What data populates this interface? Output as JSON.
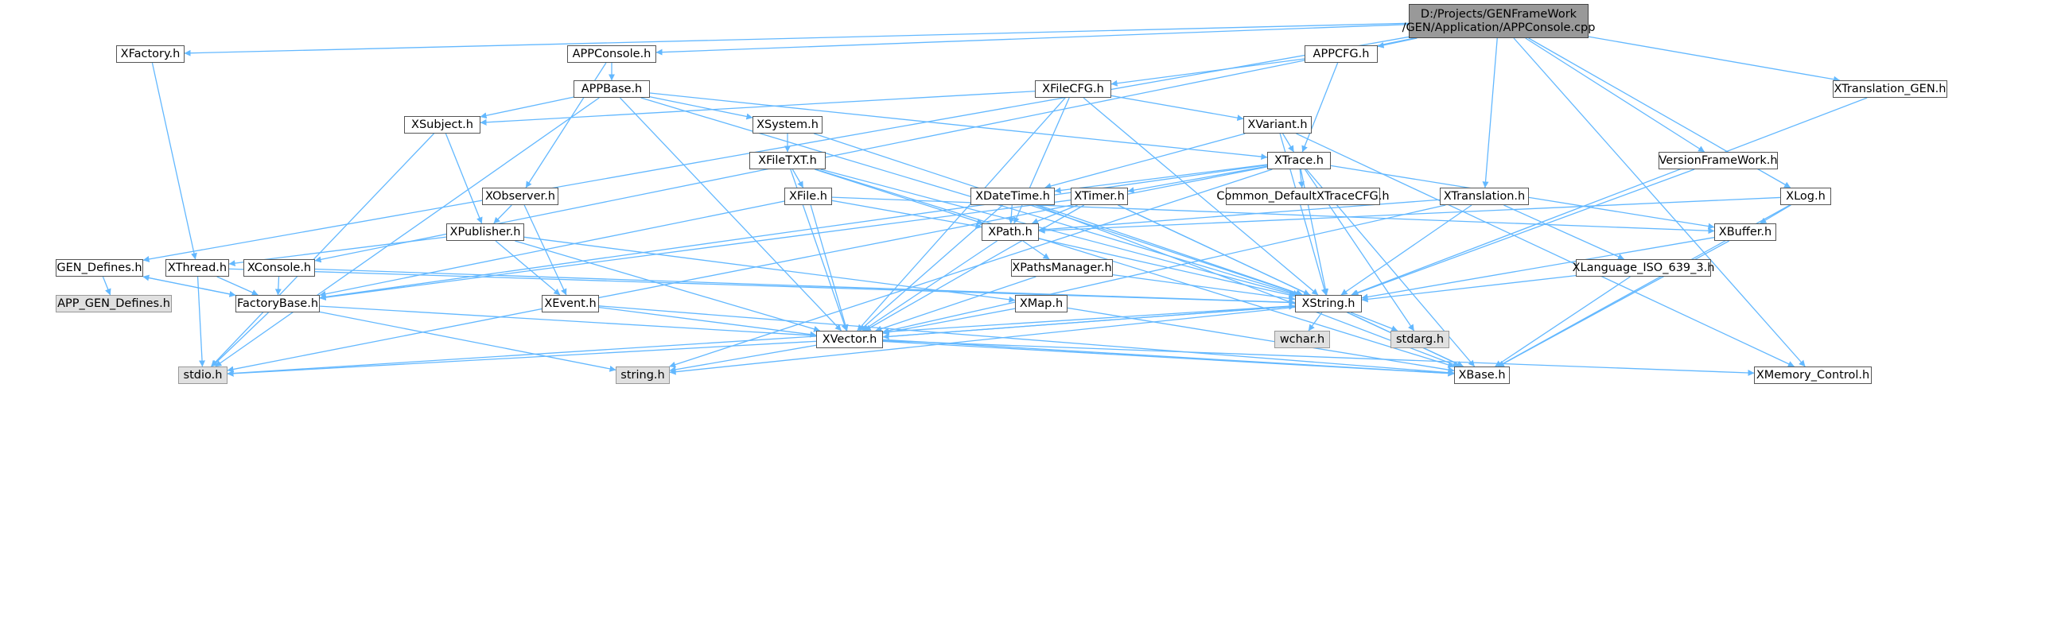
{
  "diagram": {
    "root": {
      "line1": "D:/Projects/GENFrameWork",
      "line2": "/GEN/Application/APPConsole.cpp"
    },
    "nodes": {
      "xfactory": "XFactory.h",
      "appconsole": "APPConsole.h",
      "appcfg": "APPCFG.h",
      "xtranslation_gen": "XTranslation_GEN.h",
      "appbase": "APPBase.h",
      "xfilecfg": "XFileCFG.h",
      "xsubject": "XSubject.h",
      "xsystem": "XSystem.h",
      "xvariant": "XVariant.h",
      "versionframework": "VersionFrameWork.h",
      "xfiletxt": "XFileTXT.h",
      "xtrace": "XTrace.h",
      "xobserver": "XObserver.h",
      "xfile": "XFile.h",
      "xdatetime": "XDateTime.h",
      "xtimer": "XTimer.h",
      "common_default": "Common_DefaultXTraceCFG.h",
      "xtranslation": "XTranslation.h",
      "xlog": "XLog.h",
      "xpublisher": "XPublisher.h",
      "xpath": "XPath.h",
      "xbuffer": "XBuffer.h",
      "gen_defines": "GEN_Defines.h",
      "xthread": "XThread.h",
      "xconsole": "XConsole.h",
      "xpathsmanager": "XPathsManager.h",
      "xlanguage": "XLanguage_ISO_639_3.h",
      "app_gen_defines": "APP_GEN_Defines.h",
      "factorybase": "FactoryBase.h",
      "xevent": "XEvent.h",
      "xmap": "XMap.h",
      "xstring": "XString.h",
      "wchar": "wchar.h",
      "stdarg": "stdarg.h",
      "xvector": "XVector.h",
      "stdio": "stdio.h",
      "string": "string.h",
      "xbase": "XBase.h",
      "xmemory_control": "XMemory_Control.h"
    },
    "system_headers": [
      "app_gen_defines",
      "wchar",
      "stdarg",
      "stdio",
      "string"
    ],
    "edges": [
      [
        "root",
        "xfactory"
      ],
      [
        "root",
        "appconsole"
      ],
      [
        "root",
        "appcfg"
      ],
      [
        "root",
        "xtranslation_gen"
      ],
      [
        "root",
        "gen_defines"
      ],
      [
        "root",
        "xconsole"
      ],
      [
        "root",
        "xtranslation"
      ],
      [
        "root",
        "versionframework"
      ],
      [
        "root",
        "xlog"
      ],
      [
        "root",
        "xmemory_control"
      ],
      [
        "xfactory",
        "xthread"
      ],
      [
        "appconsole",
        "appbase"
      ],
      [
        "appconsole",
        "xobserver"
      ],
      [
        "appcfg",
        "xfilecfg"
      ],
      [
        "appcfg",
        "xtrace"
      ],
      [
        "xtranslation_gen",
        "xstring"
      ],
      [
        "appbase",
        "xsubject"
      ],
      [
        "appbase",
        "xsystem"
      ],
      [
        "appbase",
        "xtrace"
      ],
      [
        "appbase",
        "xstring"
      ],
      [
        "appbase",
        "xvector"
      ],
      [
        "appbase",
        "stdio"
      ],
      [
        "xfilecfg",
        "xsubject"
      ],
      [
        "xfilecfg",
        "xvariant"
      ],
      [
        "xfilecfg",
        "xpath"
      ],
      [
        "xfilecfg",
        "xstring"
      ],
      [
        "xfilecfg",
        "xvector"
      ],
      [
        "xsubject",
        "xpublisher"
      ],
      [
        "xsubject",
        "stdio"
      ],
      [
        "xsystem",
        "xfiletxt"
      ],
      [
        "xsystem",
        "xstring"
      ],
      [
        "xvariant",
        "xtrace"
      ],
      [
        "xvariant",
        "xdatetime"
      ],
      [
        "xvariant",
        "xstring"
      ],
      [
        "xvariant",
        "xmemory_control"
      ],
      [
        "versionframework",
        "xstring"
      ],
      [
        "xfiletxt",
        "xfile"
      ],
      [
        "xfiletxt",
        "xpath"
      ],
      [
        "xfiletxt",
        "xstring"
      ],
      [
        "xfiletxt",
        "xvector"
      ],
      [
        "xfiletxt",
        "xbase"
      ],
      [
        "xtrace",
        "xdatetime"
      ],
      [
        "xtrace",
        "xtimer"
      ],
      [
        "xtrace",
        "common_default"
      ],
      [
        "xtrace",
        "xbuffer"
      ],
      [
        "xtrace",
        "xstring"
      ],
      [
        "xtrace",
        "stdio"
      ],
      [
        "xtrace",
        "string"
      ],
      [
        "xtrace",
        "stdarg"
      ],
      [
        "xtrace",
        "xbase"
      ],
      [
        "xtrace",
        "factorybase"
      ],
      [
        "xobserver",
        "xpublisher"
      ],
      [
        "xobserver",
        "xevent"
      ],
      [
        "xfile",
        "xpath"
      ],
      [
        "xfile",
        "xbuffer"
      ],
      [
        "xfile",
        "xvector"
      ],
      [
        "xfile",
        "factorybase"
      ],
      [
        "xdatetime",
        "xpath"
      ],
      [
        "xdatetime",
        "xstring"
      ],
      [
        "xdatetime",
        "xvector"
      ],
      [
        "xdatetime",
        "xbase"
      ],
      [
        "xtimer",
        "xpath"
      ],
      [
        "xtimer",
        "xstring"
      ],
      [
        "xtimer",
        "xvector"
      ],
      [
        "xtimer",
        "xbase"
      ],
      [
        "xtimer",
        "factorybase"
      ],
      [
        "xtranslation",
        "xpath"
      ],
      [
        "xtranslation",
        "xlanguage"
      ],
      [
        "xtranslation",
        "xstring"
      ],
      [
        "xtranslation",
        "xvector"
      ],
      [
        "xlog",
        "xbuffer"
      ],
      [
        "xlog",
        "xpath"
      ],
      [
        "xlog",
        "xbase"
      ],
      [
        "xpublisher",
        "xthread"
      ],
      [
        "xpublisher",
        "xevent"
      ],
      [
        "xpublisher",
        "xmap"
      ],
      [
        "xpublisher",
        "xvector"
      ],
      [
        "xpath",
        "xpathsmanager"
      ],
      [
        "xpath",
        "xstring"
      ],
      [
        "xpath",
        "xvector"
      ],
      [
        "xbuffer",
        "xstring"
      ],
      [
        "xbuffer",
        "xbase"
      ],
      [
        "gen_defines",
        "app_gen_defines"
      ],
      [
        "gen_defines",
        "factorybase"
      ],
      [
        "xthread",
        "factorybase"
      ],
      [
        "xthread",
        "stdio"
      ],
      [
        "xthread",
        "xstring"
      ],
      [
        "xconsole",
        "factorybase"
      ],
      [
        "xconsole",
        "xstring"
      ],
      [
        "xpathsmanager",
        "xstring"
      ],
      [
        "xpathsmanager",
        "xvector"
      ],
      [
        "xlanguage",
        "xstring"
      ],
      [
        "xlanguage",
        "xbase"
      ],
      [
        "factorybase",
        "gen_defines"
      ],
      [
        "factorybase",
        "stdio"
      ],
      [
        "factorybase",
        "string"
      ],
      [
        "factorybase",
        "xbase"
      ],
      [
        "xevent",
        "xvector"
      ],
      [
        "xevent",
        "xbase"
      ],
      [
        "xmap",
        "xvector"
      ],
      [
        "xmap",
        "xbase"
      ],
      [
        "xstring",
        "xvector"
      ],
      [
        "xstring",
        "wchar"
      ],
      [
        "xstring",
        "stdarg"
      ],
      [
        "xstring",
        "xbase"
      ],
      [
        "xstring",
        "string"
      ],
      [
        "xstring",
        "stdio"
      ],
      [
        "xvector",
        "xstring"
      ],
      [
        "xvector",
        "stdio"
      ],
      [
        "xvector",
        "string"
      ],
      [
        "xvector",
        "xbase"
      ],
      [
        "xvector",
        "xmemory_control"
      ]
    ]
  },
  "colors": {
    "edge": "#63b8ff",
    "node_border": "#555555",
    "system_header_fill": "#e0e0e0",
    "root_fill": "#999999"
  }
}
